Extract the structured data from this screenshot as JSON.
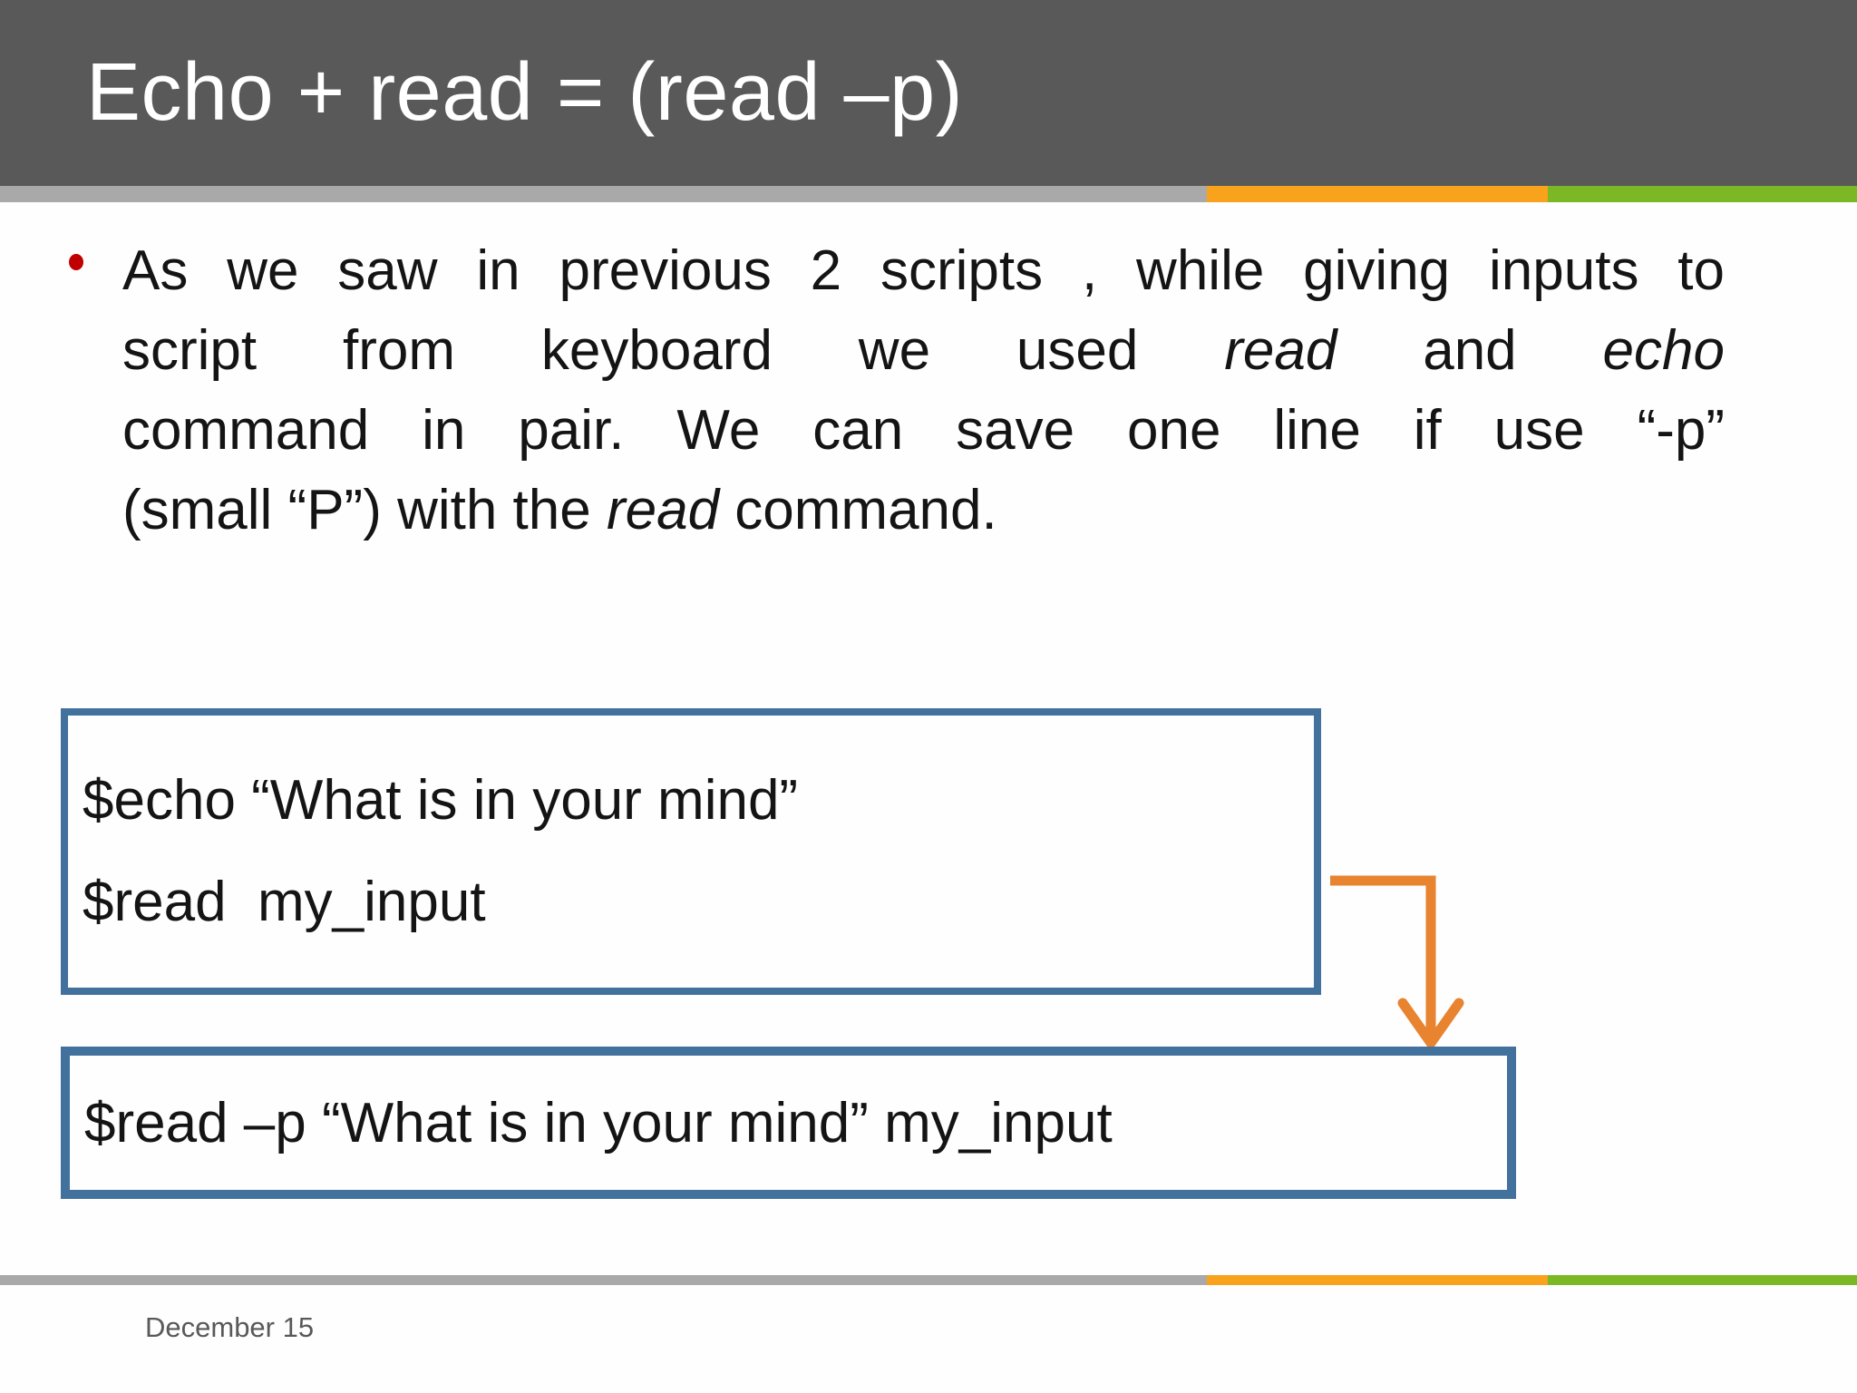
{
  "slide": {
    "title": "Echo + read = (read –p)",
    "body": {
      "lines": [
        [
          "As we saw in previous 2 scripts , while giving inputs to"
        ],
        [
          "script from keyboard we used ",
          "read",
          " and ",
          "echo"
        ],
        [
          "command in pair. We can save one line if use “-p”"
        ],
        [
          "(small “P”) with the ",
          "read",
          " command."
        ]
      ]
    },
    "code_box_1": {
      "line1": "$echo “What is in your mind”",
      "line2": "$read  my_input"
    },
    "code_box_2": {
      "line1": "$read –p “What is in your mind” my_input"
    },
    "footer": {
      "date": "December 15"
    },
    "colors": {
      "header_bg": "#595959",
      "title_text": "#ffffff",
      "stripe_gray": "#a9a9a9",
      "stripe_orange": "#f9a21b",
      "stripe_green": "#7cb826",
      "bullet_red": "#c00000",
      "body_text": "#141414",
      "code_box_border": "#41719c",
      "arrow_orange": "#e8832f",
      "footer_text": "#595959"
    }
  }
}
